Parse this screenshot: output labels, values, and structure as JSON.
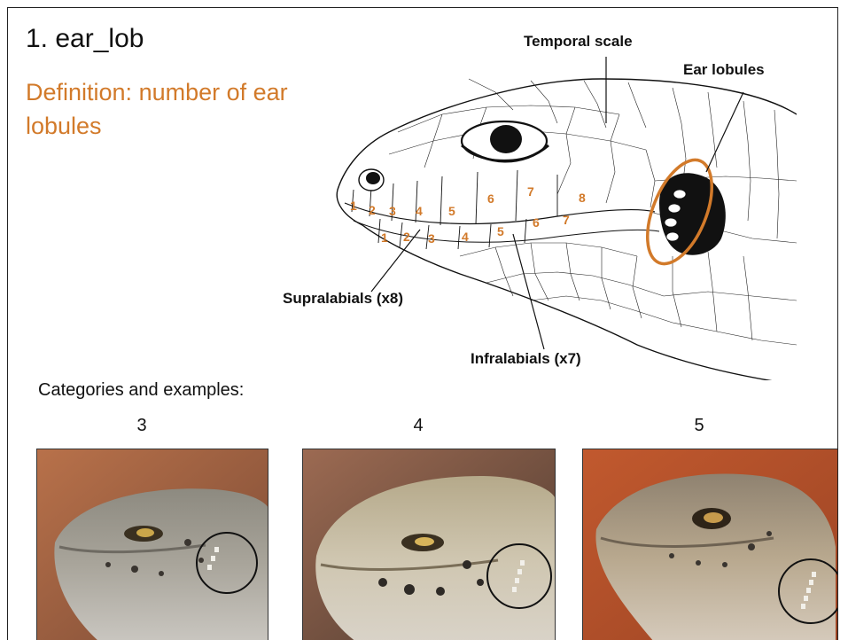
{
  "slide": {
    "title": "1. ear_lob",
    "definition": "Definition: number of ear lobules"
  },
  "diagram": {
    "callouts": {
      "temporal_scale": "Temporal scale",
      "ear_lobules": "Ear lobules",
      "supralabials": "Supralabials (x8)",
      "infralabials": "Infralabials (x7)"
    },
    "supralabial_numbers": [
      "1",
      "2",
      "3",
      "4",
      "5",
      "6",
      "7",
      "8"
    ],
    "infralabial_numbers": [
      "1",
      "2",
      "3",
      "4",
      "5",
      "6",
      "7"
    ],
    "colors": {
      "accent": "#d27a2a",
      "ink": "#111111"
    }
  },
  "categories": {
    "label": "Categories and examples:",
    "items": [
      {
        "value": "3"
      },
      {
        "value": "4"
      },
      {
        "value": "5"
      }
    ]
  }
}
